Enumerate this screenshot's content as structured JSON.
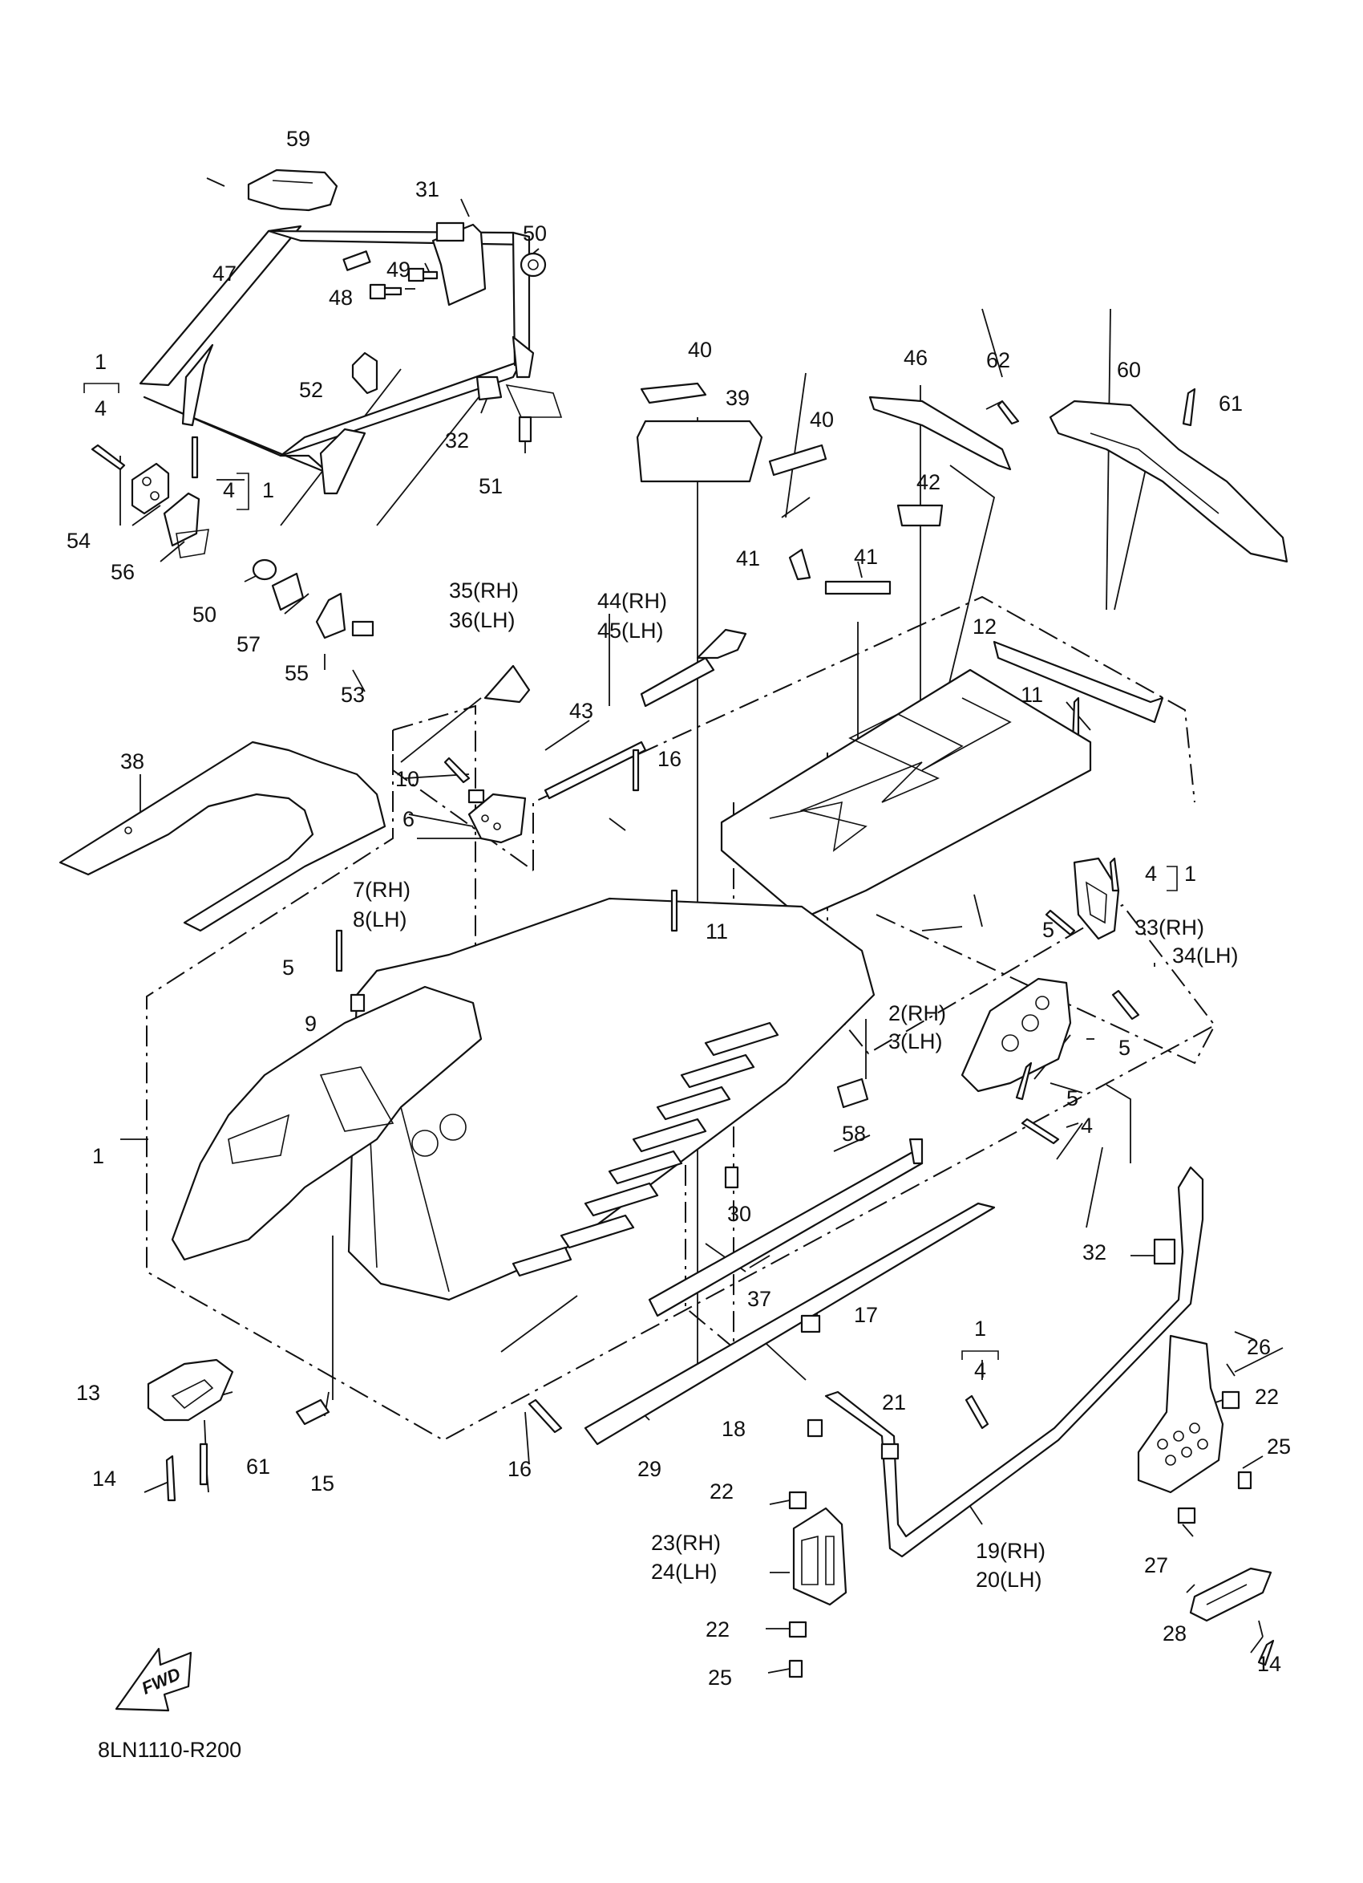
{
  "diagram_code": "8LN1110-R200",
  "fwd_label": "FWD",
  "callouts": [
    {
      "id": "c59",
      "text": "59"
    },
    {
      "id": "c31",
      "text": "31"
    },
    {
      "id": "c50a",
      "text": "50"
    },
    {
      "id": "c47",
      "text": "47"
    },
    {
      "id": "c49",
      "text": "49"
    },
    {
      "id": "c48",
      "text": "48"
    },
    {
      "id": "c1a",
      "text": "1"
    },
    {
      "id": "c4a",
      "text": "4"
    },
    {
      "id": "c52",
      "text": "52"
    },
    {
      "id": "c32a",
      "text": "32"
    },
    {
      "id": "c51",
      "text": "51"
    },
    {
      "id": "c4b",
      "text": "4"
    },
    {
      "id": "c1b",
      "text": "1"
    },
    {
      "id": "c54",
      "text": "54"
    },
    {
      "id": "c56",
      "text": "56"
    },
    {
      "id": "c50b",
      "text": "50"
    },
    {
      "id": "c57",
      "text": "57"
    },
    {
      "id": "c55",
      "text": "55"
    },
    {
      "id": "c53",
      "text": "53"
    },
    {
      "id": "c40a",
      "text": "40"
    },
    {
      "id": "c39",
      "text": "39"
    },
    {
      "id": "c40b",
      "text": "40"
    },
    {
      "id": "c46",
      "text": "46"
    },
    {
      "id": "c62",
      "text": "62"
    },
    {
      "id": "c60",
      "text": "60"
    },
    {
      "id": "c61a",
      "text": "61"
    },
    {
      "id": "c42",
      "text": "42"
    },
    {
      "id": "c41a",
      "text": "41"
    },
    {
      "id": "c41b",
      "text": "41"
    },
    {
      "id": "c35",
      "text": "35(RH)"
    },
    {
      "id": "c36",
      "text": "36(LH)"
    },
    {
      "id": "c44",
      "text": "44(RH)"
    },
    {
      "id": "c45",
      "text": "45(LH)"
    },
    {
      "id": "c12",
      "text": "12"
    },
    {
      "id": "c11a",
      "text": "11"
    },
    {
      "id": "c43",
      "text": "43"
    },
    {
      "id": "c38",
      "text": "38"
    },
    {
      "id": "c16a",
      "text": "16"
    },
    {
      "id": "c10",
      "text": "10"
    },
    {
      "id": "c6",
      "text": "6"
    },
    {
      "id": "c7",
      "text": "7(RH)"
    },
    {
      "id": "c8",
      "text": "8(LH)"
    },
    {
      "id": "c4c",
      "text": "4"
    },
    {
      "id": "c1c",
      "text": "1"
    },
    {
      "id": "c5a",
      "text": "5"
    },
    {
      "id": "c33",
      "text": "33(RH)"
    },
    {
      "id": "c34",
      "text": "34(LH)"
    },
    {
      "id": "c11b",
      "text": "11"
    },
    {
      "id": "c5b",
      "text": "5"
    },
    {
      "id": "c9",
      "text": "9"
    },
    {
      "id": "c2",
      "text": "2(RH)"
    },
    {
      "id": "c3",
      "text": "3(LH)"
    },
    {
      "id": "c5c",
      "text": "5"
    },
    {
      "id": "c5d",
      "text": "5"
    },
    {
      "id": "c4d",
      "text": "4"
    },
    {
      "id": "c58",
      "text": "58"
    },
    {
      "id": "c1d",
      "text": "1"
    },
    {
      "id": "c30",
      "text": "30"
    },
    {
      "id": "c32b",
      "text": "32"
    },
    {
      "id": "c37",
      "text": "37"
    },
    {
      "id": "c17",
      "text": "17"
    },
    {
      "id": "c1e",
      "text": "1"
    },
    {
      "id": "c4e",
      "text": "4"
    },
    {
      "id": "c26",
      "text": "26"
    },
    {
      "id": "c13",
      "text": "13"
    },
    {
      "id": "c22a",
      "text": "22"
    },
    {
      "id": "c21",
      "text": "21"
    },
    {
      "id": "c18",
      "text": "18"
    },
    {
      "id": "c25a",
      "text": "25"
    },
    {
      "id": "c14a",
      "text": "14"
    },
    {
      "id": "c61b",
      "text": "61"
    },
    {
      "id": "c15",
      "text": "15"
    },
    {
      "id": "c16b",
      "text": "16"
    },
    {
      "id": "c29",
      "text": "29"
    },
    {
      "id": "c22b",
      "text": "22"
    },
    {
      "id": "c23",
      "text": "23(RH)"
    },
    {
      "id": "c24",
      "text": "24(LH)"
    },
    {
      "id": "c19",
      "text": "19(RH)"
    },
    {
      "id": "c20",
      "text": "20(LH)"
    },
    {
      "id": "c27",
      "text": "27"
    },
    {
      "id": "c28",
      "text": "28"
    },
    {
      "id": "c22c",
      "text": "22"
    },
    {
      "id": "c25b",
      "text": "25"
    },
    {
      "id": "c14b",
      "text": "14"
    }
  ]
}
